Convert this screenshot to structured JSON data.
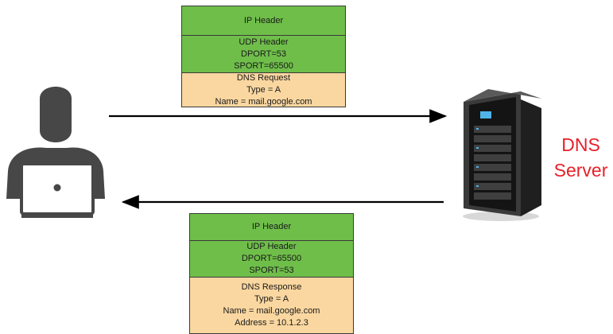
{
  "request_packet": {
    "ip_header": "IP Header",
    "udp_header": [
      "UDP Header",
      "DPORT=53",
      "SPORT=65500"
    ],
    "dns": [
      "DNS Request",
      "Type = A",
      "Name = mail.google.com"
    ]
  },
  "response_packet": {
    "ip_header": "IP Header",
    "udp_header": [
      "UDP Header",
      "DPORT=65500",
      "SPORT=53"
    ],
    "dns": [
      "DNS Response",
      "Type = A",
      "Name = mail.google.com",
      "Address = 10.1.2.3"
    ]
  },
  "server_label": [
    "DNS",
    "Server"
  ],
  "icons": {
    "client": "user-laptop-icon",
    "server": "server-rack-icon"
  },
  "colors": {
    "header_green": "#6fbe4a",
    "payload_tan": "#fad7a0",
    "server_label_red": "#e8202a"
  }
}
